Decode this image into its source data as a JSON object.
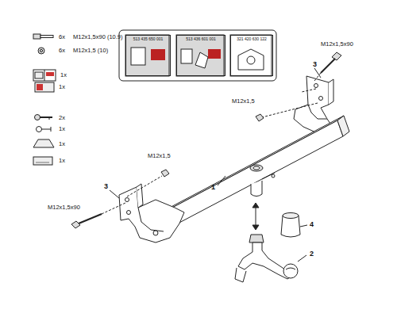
{
  "diagram": {
    "nodes": [
      {
        "text": [
          "513 435 650 001"
        ]
      },
      {
        "text": [
          "513 436 601 001"
        ]
      },
      {
        "text": [
          "321 420 630 122"
        ]
      }
    ],
    "labels": [
      "6x",
      "M12x1,5x90 (10.9)",
      "6x",
      "M12x1,5 (10)",
      "1x",
      "1x",
      "2x",
      "1x",
      "1x",
      "1x",
      "M12x1,5x90",
      "3",
      "M12x1,5",
      "1",
      "M12x1,5",
      "3",
      "M12x1,5x90",
      "4",
      "2"
    ]
  }
}
